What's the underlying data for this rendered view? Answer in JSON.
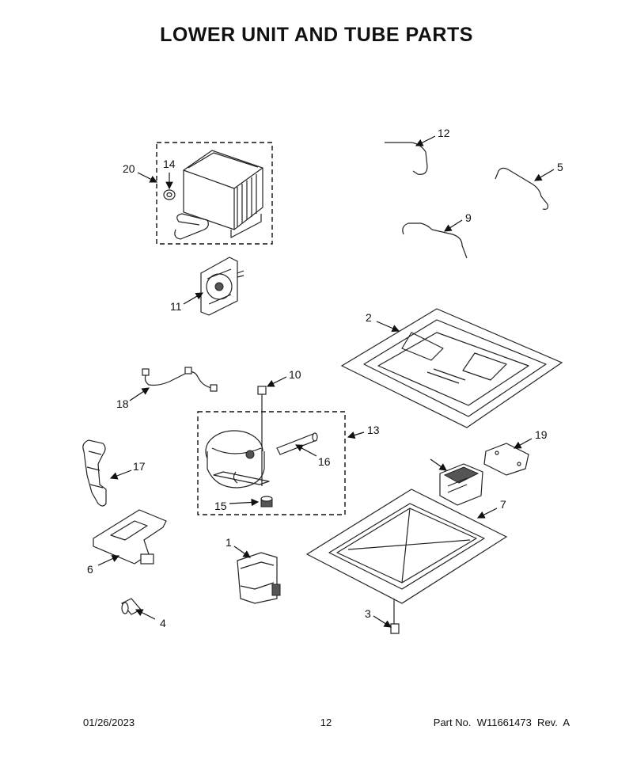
{
  "title": "LOWER UNIT AND TUBE PARTS",
  "footer": {
    "date": "01/26/2023",
    "page": "12",
    "part": "Part No.  W11661473  Rev.  A"
  },
  "callouts": {
    "c1": "1",
    "c2": "2",
    "c3": "3",
    "c4": "4",
    "c5": "5",
    "c6": "6",
    "c7": "7",
    "c9": "9",
    "c10": "10",
    "c11": "11",
    "c12": "12",
    "c13": "13",
    "c14": "14",
    "c15": "15",
    "c16": "16",
    "c17": "17",
    "c18": "18",
    "c19": "19",
    "c20": "20"
  }
}
